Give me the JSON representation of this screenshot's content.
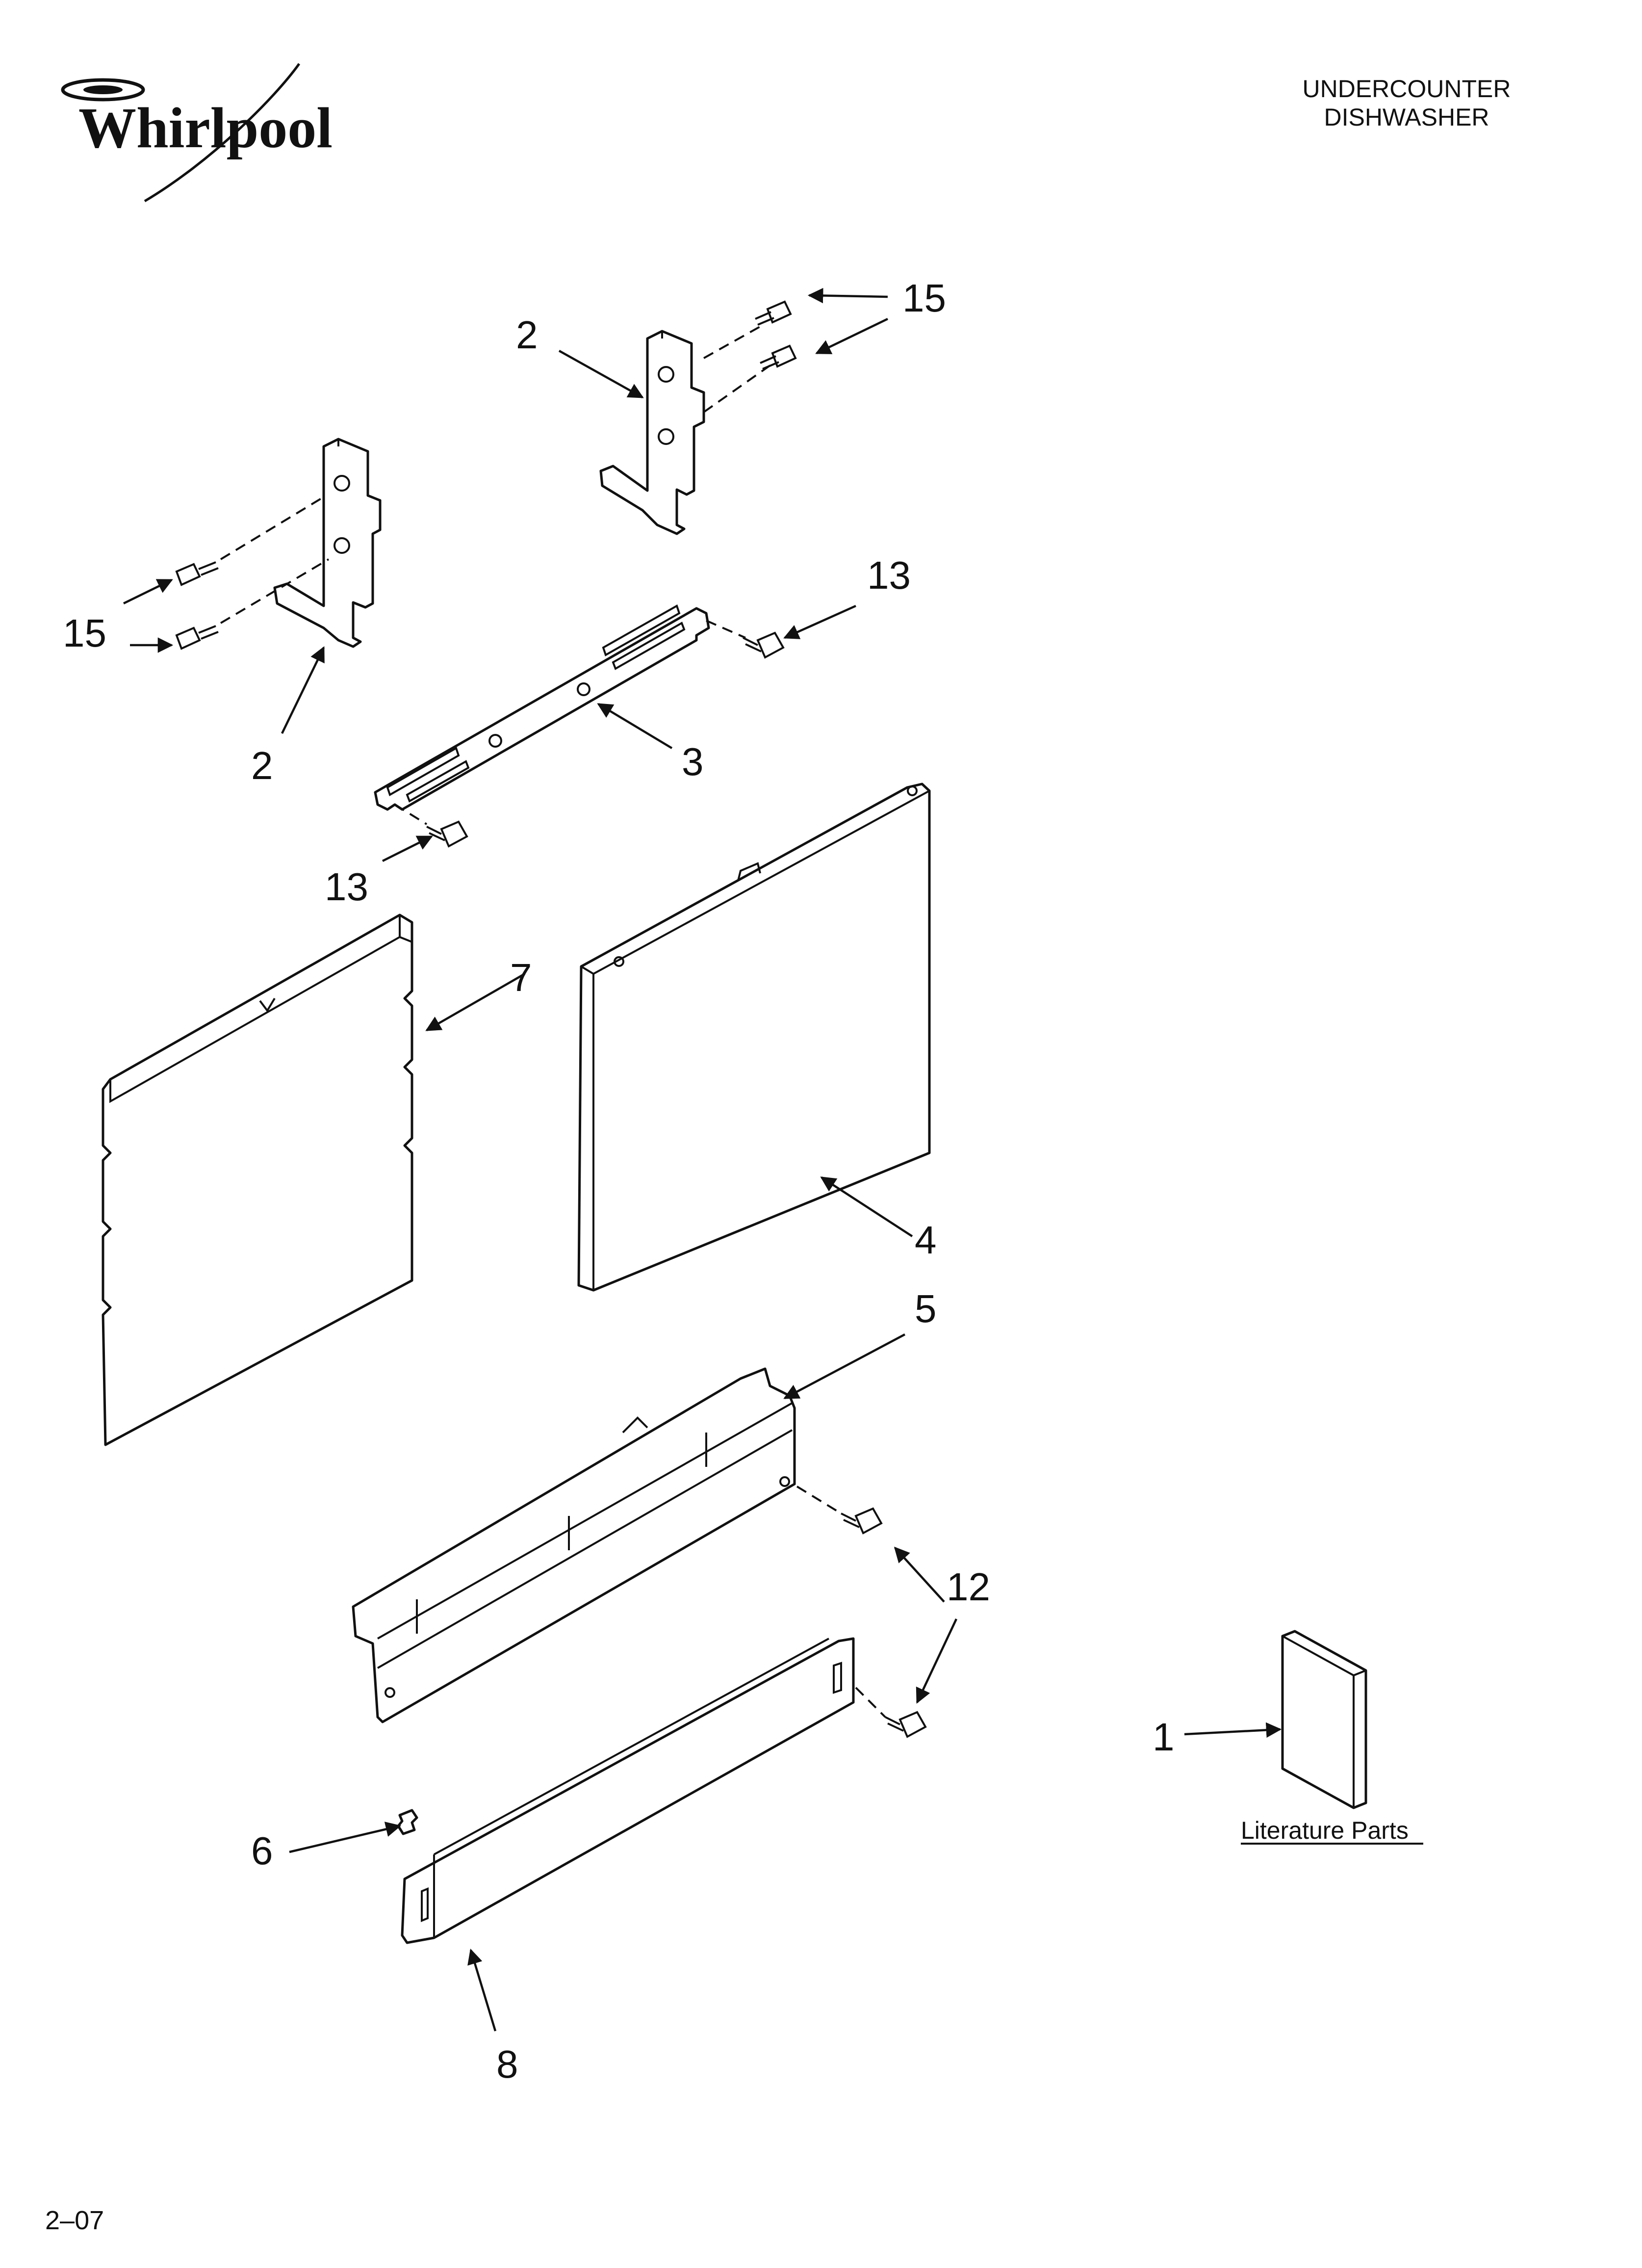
{
  "brand": {
    "name": "Whirlpool"
  },
  "header": {
    "line1": "UNDERCOUNTER",
    "line2": "DISHWASHER"
  },
  "callouts": {
    "c2_top": "2",
    "c15_top": "15",
    "c15_left": "15",
    "c2_left": "2",
    "c13_right": "13",
    "c3": "3",
    "c13_left": "13",
    "c7": "7",
    "c4": "4",
    "c5": "5",
    "c12": "12",
    "c1": "1",
    "c6": "6",
    "c8": "8"
  },
  "literature": {
    "label": "Literature Parts"
  },
  "footer": {
    "code": "2–07"
  }
}
